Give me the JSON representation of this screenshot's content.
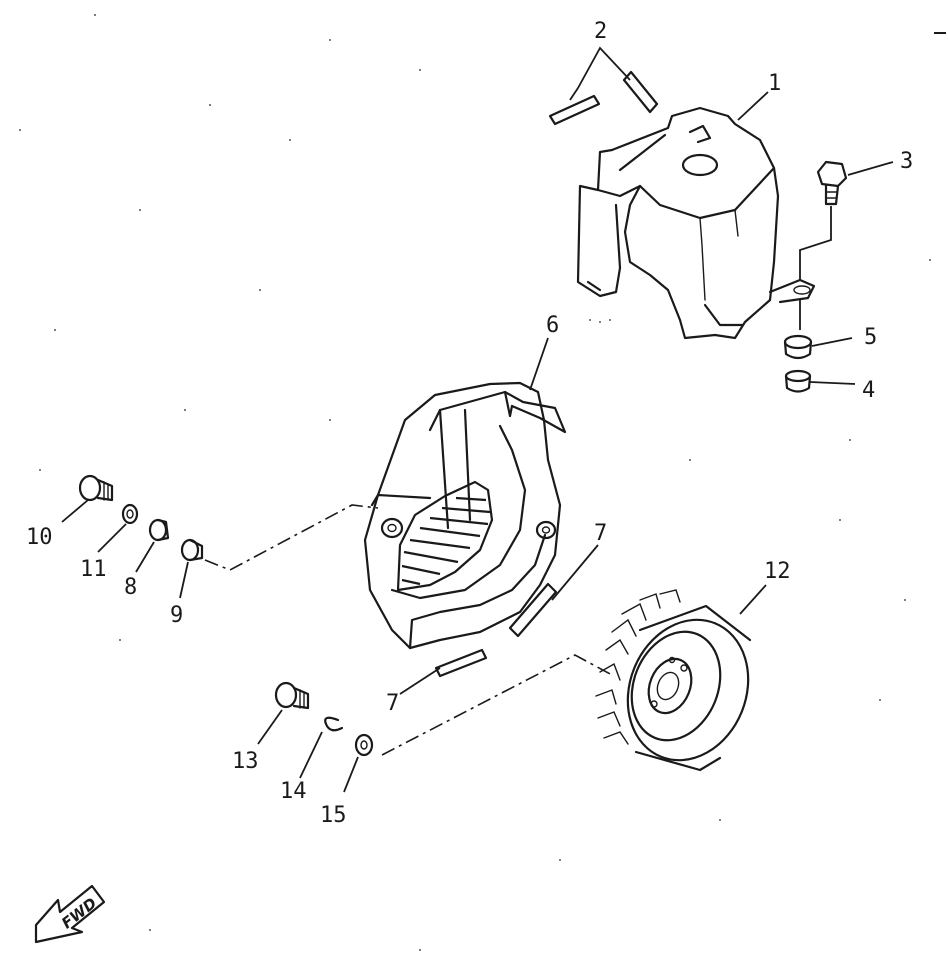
{
  "callouts": {
    "p1": "1",
    "p2": "2",
    "p3": "3",
    "p4": "4",
    "p5": "5",
    "p6": "6",
    "p7a": "7",
    "p7b": "7",
    "p8": "8",
    "p9": "9",
    "p10": "10",
    "p11": "11",
    "p12": "12",
    "p13": "13",
    "p14": "14",
    "p15": "15"
  },
  "fwd_arrow": {
    "label": "FWD"
  },
  "colors": {
    "ink": "#1a1a1a",
    "background": "#ffffff"
  }
}
